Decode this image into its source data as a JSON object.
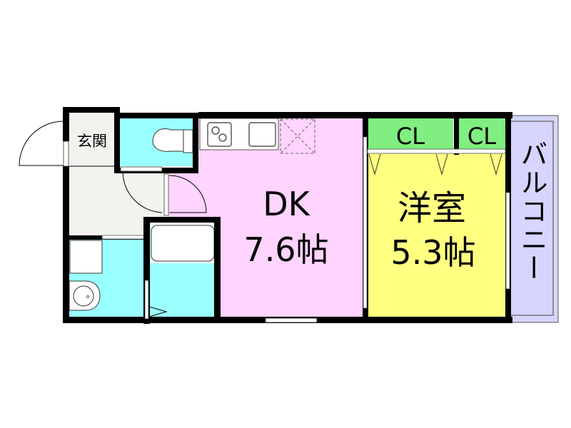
{
  "floor_plan": {
    "colors": {
      "wall": "#000000",
      "entrance": "#f2f2ef",
      "wet_area": "#9affff",
      "dk": "#ffd4ff",
      "western_room": "#ffff80",
      "closet": "#80ee80",
      "balcony": "#d5d5ff",
      "fixture": "#ffffff"
    },
    "rooms": {
      "entrance": {
        "label": "玄関"
      },
      "dk": {
        "label": "DK",
        "size": "7.6帖"
      },
      "western_room": {
        "label": "洋室",
        "size": "5.3帖"
      },
      "closet_1": {
        "label": "CL"
      },
      "closet_2": {
        "label": "CL"
      },
      "balcony": {
        "label": "バルコニー"
      }
    }
  }
}
